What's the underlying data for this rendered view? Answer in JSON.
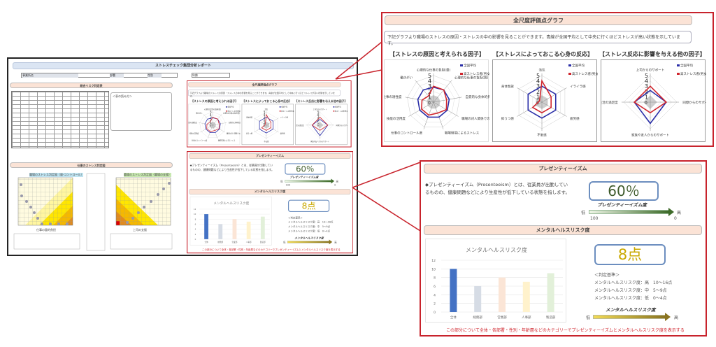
{
  "report": {
    "title": "ストレスチェック集団分析レポート",
    "fields": {
      "office": "事業所名",
      "dept": "部署",
      "gender": "性別",
      "age": "年齢"
    },
    "risk_table_header": "総合リスク判定表",
    "risk_notes_title": "＜表の読み方＞",
    "stress_chart_header": "仕事のストレス判定図",
    "stress_chart_left_title": "職場のストレス判定図（量-コントロール）",
    "stress_chart_right_title": "職場のストレス判定図（職場の支援）",
    "stress_chart_left_xlabel": "仕事の量的負担",
    "stress_chart_right_xlabel": "上司の支援"
  },
  "scale_panel": {
    "header": "全尺度評価点グラフ",
    "description": "下記グラフより職場のストレスの原因・ストレスの中の影響を見ることができます。青線が全国平均として中央に行くほどストレスが高い状態を示しています。",
    "legend": [
      "全国平均",
      "高ストレス者(男女)"
    ],
    "colors": {
      "national": "#2b2fa8",
      "group": "#d0262e"
    },
    "charts": [
      {
        "title": "【ストレスの原因と考えられる因子】",
        "type": "radar",
        "axes": [
          "心理的な仕事の負担(量)",
          "心理的な仕事の負担(質)",
          "自覚的な身体的負担度",
          "職場の対人関係でのストレス",
          "職場環境によるストレス",
          "仕事のコントロール度",
          "技能の活用度",
          "自覚的な仕事の適性度",
          "働きがい"
        ],
        "max": 5,
        "series": [
          {
            "name": "全国平均",
            "values": [
              2.8,
              3,
              3,
              3,
              3,
              3,
              3,
              3,
              3
            ]
          },
          {
            "name": "高ストレス者(男女)",
            "values": [
              3,
              3,
              2.5,
              2.8,
              2.2,
              2.6,
              2.6,
              2.2,
              1.5
            ]
          }
        ]
      },
      {
        "title": "【ストレスによっておこる心身の反応】",
        "type": "radar",
        "axes": [
          "活気",
          "イライラ感",
          "疲労感",
          "不安感",
          "抑うつ感",
          "身体愁訴"
        ],
        "max": 5,
        "series": [
          {
            "name": "全国平均",
            "values": [
              3,
              3,
              3,
              3,
              3,
              3
            ]
          },
          {
            "name": "高ストレス者(男女)",
            "values": [
              4,
              2,
              2,
              2,
              2,
              0.5
            ]
          }
        ]
      },
      {
        "title": "【ストレス反応に影響を与える他の因子】",
        "type": "radar",
        "axes": [
          "上司からのサポート",
          "同僚からのサポート",
          "家族や友人からのサポート",
          "仕事や生活の満足度"
        ],
        "max": 5,
        "series": [
          {
            "name": "全国平均",
            "values": [
              2.2,
              3,
              4,
              3
            ]
          },
          {
            "name": "高ストレス者(男女)",
            "values": [
              3,
              3,
              2,
              3
            ]
          }
        ]
      }
    ],
    "scale_ticks": [
      "0",
      "1",
      "2",
      "3",
      "4",
      "5"
    ]
  },
  "presenteeism": {
    "header": "プレゼンティーイズム",
    "description": "◆プレゼンティーイズム（Presenteeism）とは、従業員が出勤しているものの、健康問題などにより生産性が低下している状態を指します。",
    "value": "60％",
    "value_fraction": 0.6,
    "scale_title": "プレゼンティーイズム度",
    "low": "低",
    "high": "高",
    "min_label": "100",
    "max_label": "0"
  },
  "mental_risk": {
    "header": "メンタルヘルスリスク度",
    "value": "8点",
    "criteria_title": "＜判定基準＞",
    "criteria": [
      "メンタルヘルスリスク度：高　10～16点",
      "メンタルヘルスリスク度：中　5～9点",
      "メンタルヘルスリスク度：低　0～4点"
    ],
    "scale_title": "メンタルヘルスリスク度",
    "low": "低",
    "high": "高",
    "footer": "この部分について全体・各部署・性別・年齢層などのカテゴリーでプレゼンティーイズムとメンタルヘルスリスク度を表示する"
  },
  "chart_data": {
    "type": "bar",
    "title": "メンタルヘルスリスク度",
    "categories": [
      "全体",
      "総務部",
      "営業部",
      "人事部",
      "製造部"
    ],
    "values": [
      10,
      6,
      8,
      7,
      9
    ],
    "colors": [
      "#4472c4",
      "#d6dce5",
      "#fbe5d6",
      "#fff2cc",
      "#e2f0d9"
    ],
    "ylim": [
      0,
      12
    ],
    "yticks": [
      "0",
      "2",
      "4",
      "6",
      "8",
      "10",
      "12"
    ],
    "grid": true,
    "xlabel": "",
    "ylabel": ""
  }
}
